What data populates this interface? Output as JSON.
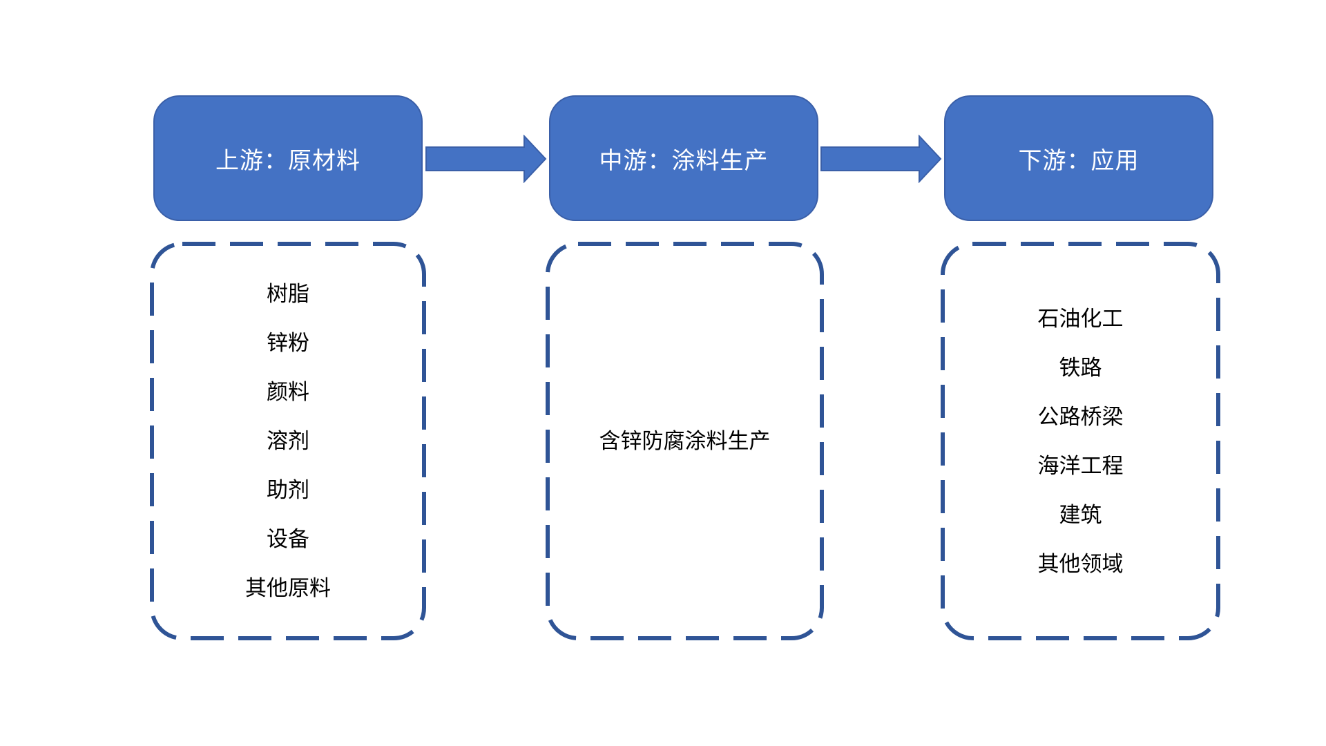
{
  "diagram": {
    "type": "flow",
    "columns": [
      {
        "id": "upstream",
        "title": "上游：原材料",
        "items": [
          "树脂",
          "锌粉",
          "颜料",
          "溶剂",
          "助剂",
          "设备",
          "其他原料"
        ]
      },
      {
        "id": "midstream",
        "title": "中游：涂料生产",
        "items": [
          "含锌防腐涂料生产"
        ]
      },
      {
        "id": "downstream",
        "title": "下游：应用",
        "items": [
          "石油化工",
          "铁路",
          "公路桥梁",
          "海洋工程",
          "建筑",
          "其他领域"
        ]
      }
    ],
    "arrows": [
      {
        "from": "upstream",
        "to": "midstream",
        "direction": "right"
      },
      {
        "from": "midstream",
        "to": "downstream",
        "direction": "right"
      }
    ]
  },
  "colors": {
    "header_fill": "#4472C4",
    "header_border": "#3A5FA8",
    "dashed_border": "#2F5496",
    "header_text": "#FFFFFF",
    "item_text": "#000000",
    "canvas_bg": "#FFFFFF"
  }
}
